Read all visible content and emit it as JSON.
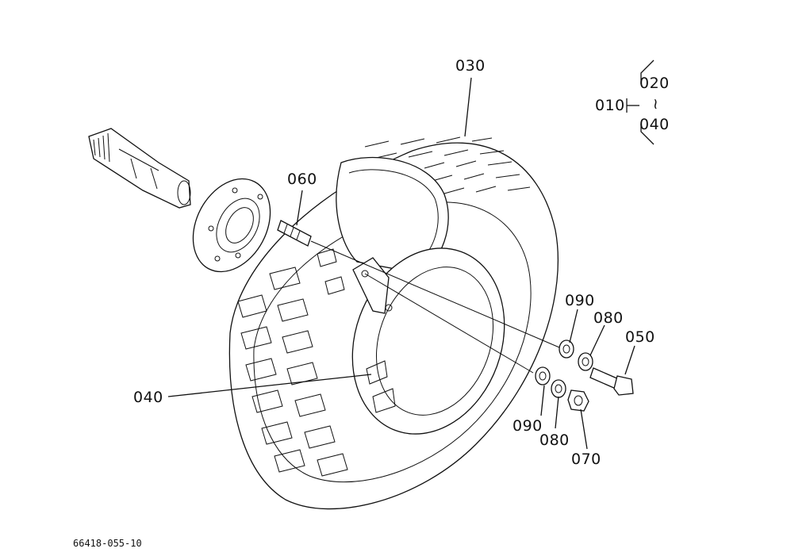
{
  "callouts": {
    "c030": "030",
    "c020": "020",
    "c010": "010",
    "c040_top": "040",
    "c060": "060",
    "c090_a": "090",
    "c080_a": "080",
    "c050": "050",
    "c040_left": "040",
    "c090_b": "090",
    "c080_b": "080",
    "c070": "070"
  },
  "range_mark": "~",
  "drawing_code": "66418-055-10"
}
